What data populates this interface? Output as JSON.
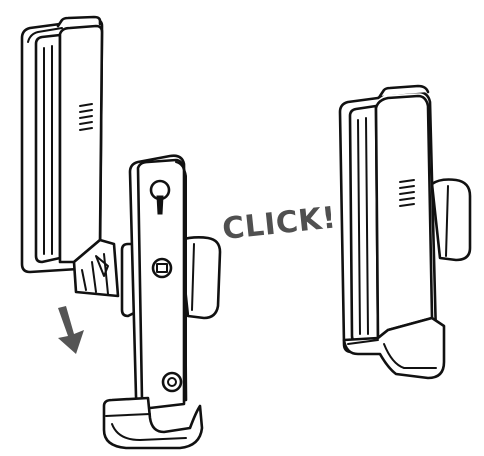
{
  "illustration": {
    "click_text": "CLICK!",
    "colors": {
      "line": "#111111",
      "fill": "#ffffff",
      "arrow": "#505050",
      "label": "#505050"
    },
    "parts": [
      "cover-shell",
      "mounting-bracket",
      "assembled-unit",
      "down-arrow"
    ]
  }
}
